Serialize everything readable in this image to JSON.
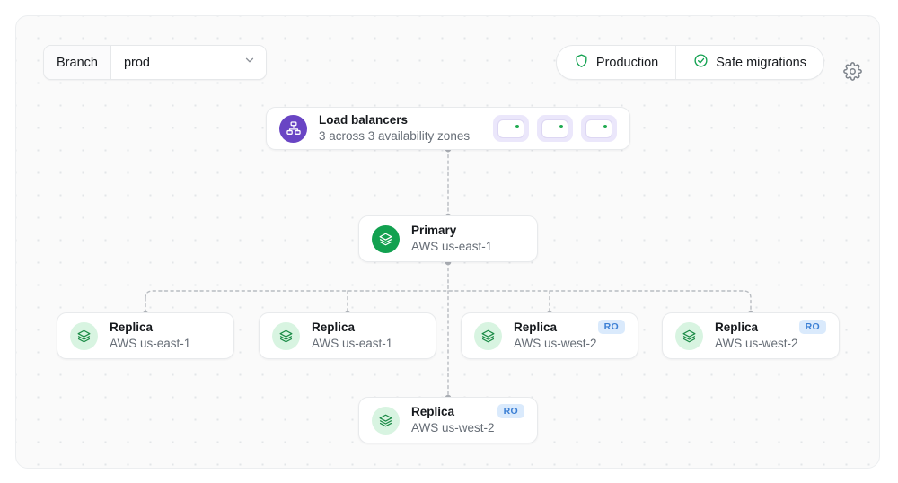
{
  "toolbar": {
    "branch_label": "Branch",
    "branch_value": "prod",
    "branch_chevron_icon": "chevron-down-icon",
    "production_label": "Production",
    "production_icon": "shield-icon",
    "safe_migrations_label": "Safe migrations",
    "safe_migrations_icon": "check-circle-icon",
    "settings_icon": "gear-icon"
  },
  "colors": {
    "accent_purple": "#6945c4",
    "accent_green": "#12a150",
    "replica_green_bg": "#d8f4e1",
    "ro_badge_bg": "#daeafc",
    "ro_badge_text": "#3b7fd4",
    "status_dot_green": "#1faa4f",
    "canvas_bg": "#fafafa",
    "wire": "#b8bcc1"
  },
  "topology": {
    "load_balancers": {
      "title": "Load balancers",
      "subtitle": "3 across 3 availability zones",
      "icon": "load-balancer-icon",
      "instances": [
        {
          "status_dot": "green"
        },
        {
          "status_dot": "green"
        },
        {
          "status_dot": "green"
        }
      ]
    },
    "primary": {
      "title": "Primary",
      "subtitle": "AWS us-east-1",
      "icon": "database-layers-icon",
      "badge": null
    },
    "replicas": [
      {
        "title": "Replica",
        "subtitle": "AWS us-east-1",
        "icon": "database-layers-icon",
        "badge": null
      },
      {
        "title": "Replica",
        "subtitle": "AWS us-east-1",
        "icon": "database-layers-icon",
        "badge": null
      },
      {
        "title": "Replica",
        "subtitle": "AWS us-west-2",
        "icon": "database-layers-icon",
        "badge": "RO"
      },
      {
        "title": "Replica",
        "subtitle": "AWS us-west-2",
        "icon": "database-layers-icon",
        "badge": "RO"
      },
      {
        "title": "Replica",
        "subtitle": "AWS us-west-2",
        "icon": "database-layers-icon",
        "badge": "RO"
      }
    ]
  }
}
